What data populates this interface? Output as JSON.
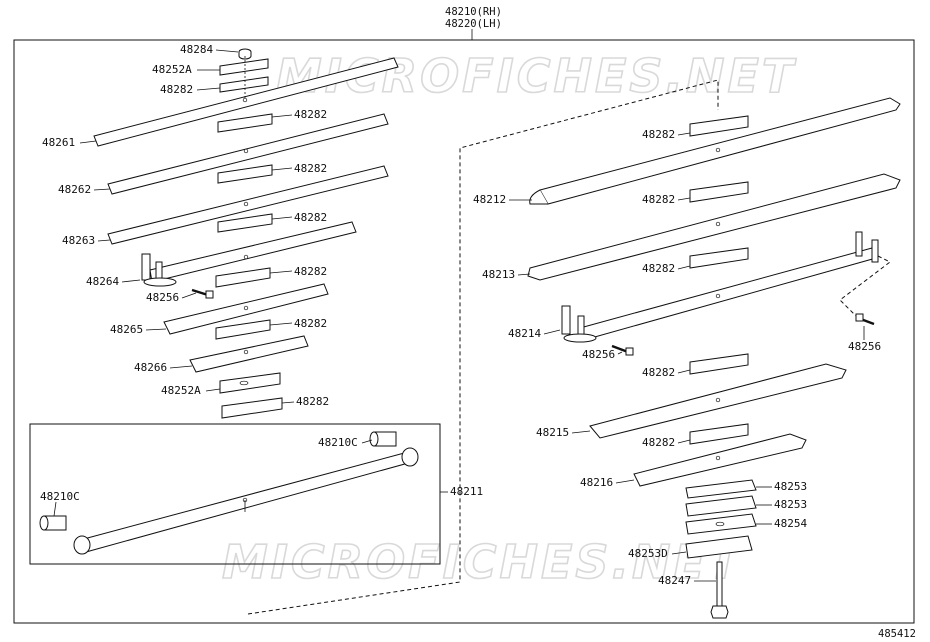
{
  "header": {
    "assembly_rh": "48210(RH)",
    "assembly_lh": "48220(LH)"
  },
  "watermark": "MICROFICHES.NET",
  "figure_number": "485412",
  "labels": {
    "l48284": "48284",
    "l48252A_top": "48252A",
    "l48282_a": "48282",
    "l48261": "48261",
    "l48282_b": "48282",
    "l48262": "48262",
    "l48282_c": "48282",
    "l48263": "48263",
    "l48282_d": "48282",
    "l48264": "48264",
    "l48282_e": "48282",
    "l48256_left": "48256",
    "l48265": "48265",
    "l48282_f": "48282",
    "l48266": "48266",
    "l48252A_bot": "48252A",
    "l48282_g": "48282",
    "l48210C_right": "48210C",
    "l48210C_left": "48210C",
    "l48211": "48211",
    "r48282_a": "48282",
    "r48212": "48212",
    "r48282_b": "48282",
    "r48213": "48213",
    "r48282_c": "48282",
    "r48214": "48214",
    "r48256_a": "48256",
    "r48256_b": "48256",
    "r48282_d": "48282",
    "r48215": "48215",
    "r48282_e": "48282",
    "r48216": "48216",
    "r48253_a": "48253",
    "r48253_b": "48253",
    "r48254": "48254",
    "r48253D": "48253D",
    "r48247": "48247"
  }
}
